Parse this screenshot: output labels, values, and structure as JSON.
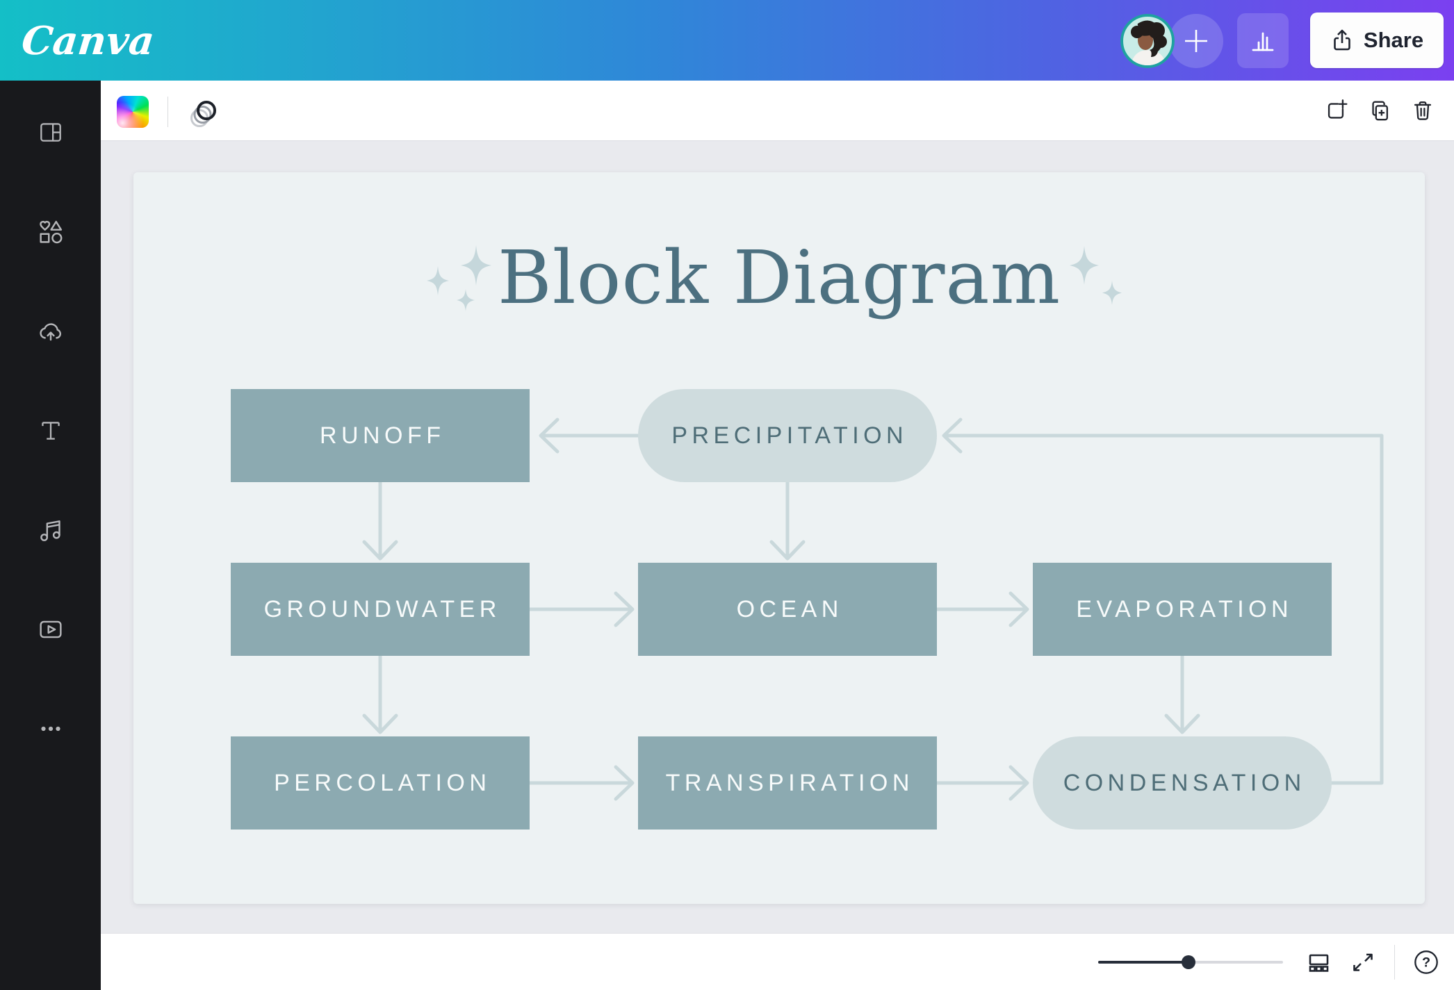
{
  "topbar": {
    "logo": "Canva",
    "share_button": "Share",
    "gradient": [
      "#14bfc7",
      "#2f87d8",
      "#7b40f0"
    ],
    "icons": [
      "user-avatar",
      "add-design-plus",
      "usage-chart",
      "share-upload"
    ]
  },
  "sidebar": {
    "items": [
      {
        "icon": "design-panel"
      },
      {
        "icon": "elements-shapes"
      },
      {
        "icon": "uploads-cloud"
      },
      {
        "icon": "text-tool"
      },
      {
        "icon": "audio-note"
      },
      {
        "icon": "videos-play"
      },
      {
        "icon": "more-ellipsis"
      }
    ]
  },
  "toolbar": {
    "left_icons": [
      "background-color-swatch",
      "transparency-circles"
    ],
    "right_icons": [
      "add-page",
      "duplicate-page",
      "delete-page"
    ]
  },
  "diagram": {
    "title": "Block Diagram",
    "page_bg": "#edf2f3",
    "colors": {
      "rect_fill": "#8caab1",
      "pill_fill": "#cfdcde",
      "rect_text": "#f8fbfb",
      "pill_text": "#4e6d77",
      "connector": "#c9d8db",
      "title_text": "#4c7080",
      "sparkle": "#c5d7db"
    },
    "nodes": [
      {
        "id": "runoff",
        "label": "RUNOFF",
        "shape": "rect",
        "row": 0,
        "col": 0
      },
      {
        "id": "precipitation",
        "label": "PRECIPITATION",
        "shape": "pill",
        "row": 0,
        "col": 1
      },
      {
        "id": "groundwater",
        "label": "GROUNDWATER",
        "shape": "rect",
        "row": 1,
        "col": 0
      },
      {
        "id": "ocean",
        "label": "OCEAN",
        "shape": "rect",
        "row": 1,
        "col": 1
      },
      {
        "id": "evaporation",
        "label": "EVAPORATION",
        "shape": "rect",
        "row": 1,
        "col": 2
      },
      {
        "id": "percolation",
        "label": "PERCOLATION",
        "shape": "rect",
        "row": 2,
        "col": 0
      },
      {
        "id": "transpiration",
        "label": "TRANSPIRATION",
        "shape": "rect",
        "row": 2,
        "col": 1
      },
      {
        "id": "condensation",
        "label": "CONDENSATION",
        "shape": "pill",
        "row": 2,
        "col": 2
      }
    ],
    "edges": [
      [
        "precipitation",
        "runoff"
      ],
      [
        "runoff",
        "groundwater"
      ],
      [
        "precipitation",
        "ocean"
      ],
      [
        "groundwater",
        "ocean"
      ],
      [
        "ocean",
        "evaporation"
      ],
      [
        "groundwater",
        "percolation"
      ],
      [
        "evaporation",
        "condensation"
      ],
      [
        "percolation",
        "transpiration"
      ],
      [
        "transpiration",
        "condensation"
      ],
      [
        "condensation",
        "precipitation"
      ]
    ]
  },
  "bottombar": {
    "zoom_slider_fraction": 0.49,
    "help_glyph": "?",
    "icons": [
      "grid-view",
      "fullscreen-expand",
      "help"
    ]
  }
}
